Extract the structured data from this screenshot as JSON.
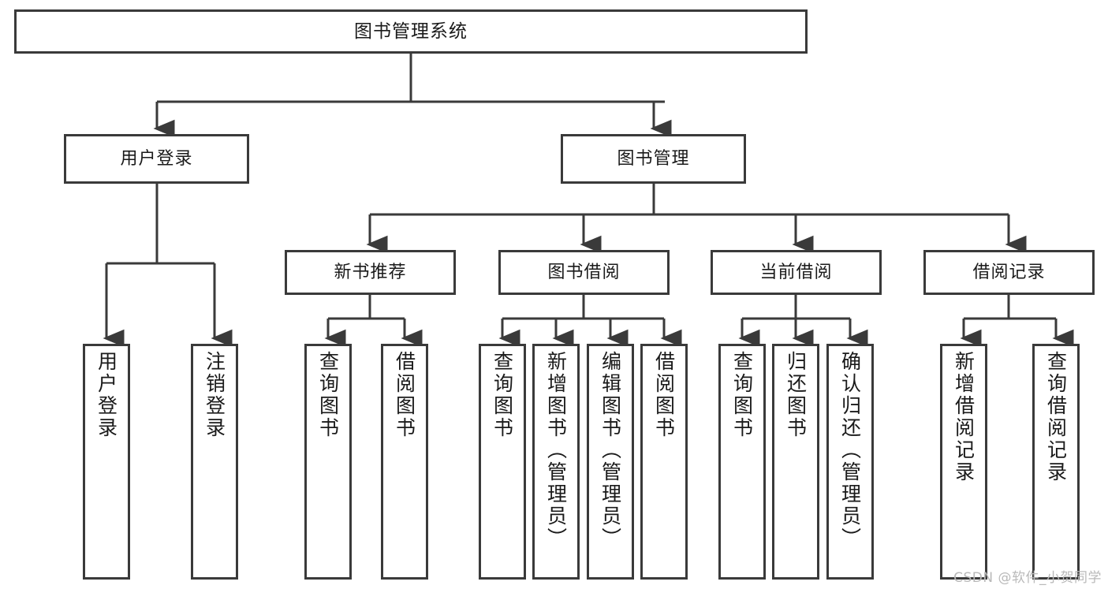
{
  "diagram": {
    "title": "图书管理系统",
    "type": "hierarchy-tree",
    "watermark": "CSDN @软件_小贺同学",
    "colors": {
      "border": "#3a3a3a",
      "background": "#ffffff",
      "text": "#1a1a1a",
      "watermark": "#b9b9b9"
    },
    "nodes": {
      "root": {
        "label": "图书管理系统",
        "level": 1,
        "orientation": "horizontal"
      },
      "l2": [
        {
          "id": "user-login",
          "label": "用户登录",
          "level": 2,
          "orientation": "horizontal"
        },
        {
          "id": "book-manage",
          "label": "图书管理",
          "level": 2,
          "orientation": "horizontal"
        }
      ],
      "l3": [
        {
          "id": "new-book-recommend",
          "label": "新书推荐",
          "level": 3,
          "orientation": "horizontal"
        },
        {
          "id": "book-borrow",
          "label": "图书借阅",
          "level": 3,
          "orientation": "horizontal"
        },
        {
          "id": "current-borrow",
          "label": "当前借阅",
          "level": 3,
          "orientation": "horizontal"
        },
        {
          "id": "borrow-record",
          "label": "借阅记录",
          "level": 3,
          "orientation": "horizontal"
        }
      ],
      "leaves": [
        {
          "id": "leaf-user-login",
          "label": "用户登录",
          "parent": "user-login",
          "orientation": "vertical"
        },
        {
          "id": "leaf-user-logout",
          "label": "注销登录",
          "parent": "user-login",
          "orientation": "vertical"
        },
        {
          "id": "leaf-query-book-1",
          "label": "查询图书",
          "parent": "new-book-recommend",
          "orientation": "vertical"
        },
        {
          "id": "leaf-borrow-book-1",
          "label": "借阅图书",
          "parent": "new-book-recommend",
          "orientation": "vertical"
        },
        {
          "id": "leaf-query-book-2",
          "label": "查询图书",
          "parent": "book-borrow",
          "orientation": "vertical"
        },
        {
          "id": "leaf-add-book",
          "label": "新增图书（管理员）",
          "parent": "book-borrow",
          "orientation": "vertical"
        },
        {
          "id": "leaf-edit-book",
          "label": "编辑图书（管理员）",
          "parent": "book-borrow",
          "orientation": "vertical"
        },
        {
          "id": "leaf-borrow-book-2",
          "label": "借阅图书",
          "parent": "book-borrow",
          "orientation": "vertical"
        },
        {
          "id": "leaf-query-book-3",
          "label": "查询图书",
          "parent": "current-borrow",
          "orientation": "vertical"
        },
        {
          "id": "leaf-return-book",
          "label": "归还图书",
          "parent": "current-borrow",
          "orientation": "vertical"
        },
        {
          "id": "leaf-confirm-return",
          "label": "确认归还（管理员）",
          "parent": "current-borrow",
          "orientation": "vertical"
        },
        {
          "id": "leaf-add-record",
          "label": "新增借阅记录",
          "parent": "borrow-record",
          "orientation": "vertical"
        },
        {
          "id": "leaf-query-record",
          "label": "查询借阅记录",
          "parent": "borrow-record",
          "orientation": "vertical"
        }
      ]
    }
  }
}
